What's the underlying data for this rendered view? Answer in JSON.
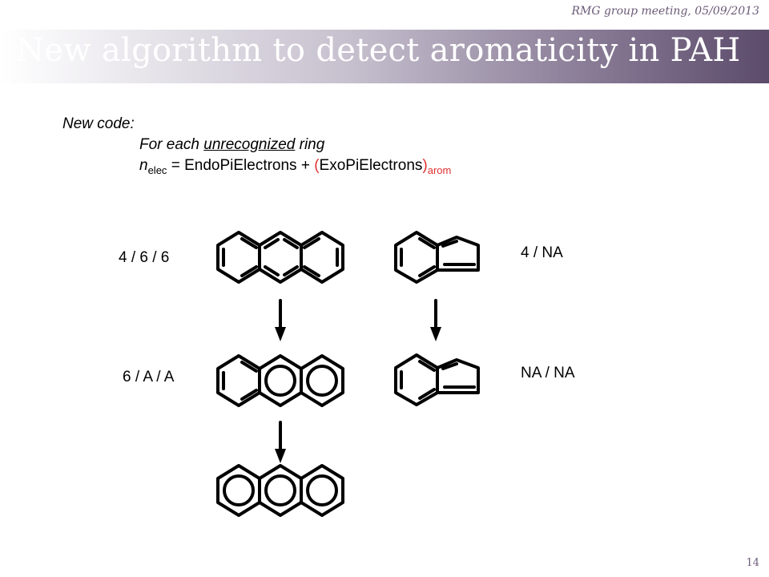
{
  "header": {
    "meeting": "RMG group meeting, 05/09/2013",
    "title": "New algorithm to detect aromaticity in PAH"
  },
  "code": {
    "line1": "New code:",
    "line2_prefix": "For each ",
    "line2_underlined": "unrecognized",
    "line2_suffix": " ring",
    "line3_n": "n",
    "line3_n_sub": "elec",
    "line3_middle": " = EndoPiElectrons + ",
    "line3_paren_open": "(",
    "line3_exo": "ExoPiElectrons",
    "line3_paren_close": ")",
    "line3_sub": "arom",
    "highlight_color": "#e03030"
  },
  "labels": {
    "anthracene_initial": "4 / 6 / 6",
    "anthracene_step": "6 / A / A",
    "indene_initial": "4 / NA",
    "indene_step": "NA / NA"
  },
  "footer": {
    "page": "14"
  }
}
